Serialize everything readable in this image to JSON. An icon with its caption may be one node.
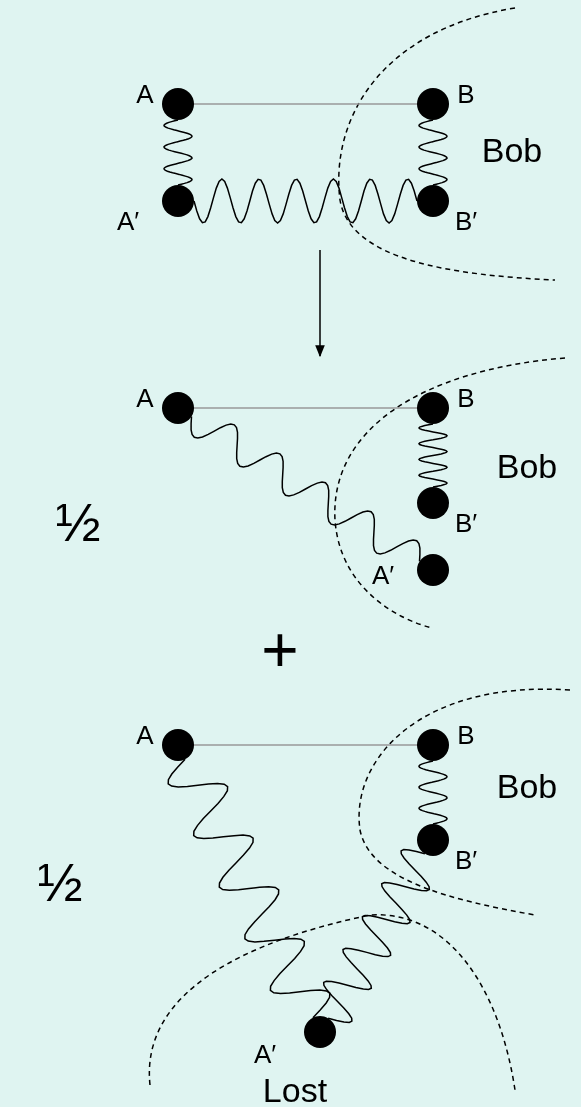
{
  "diagram": {
    "nodes": [
      {
        "text": [],
        "shape": "circle",
        "beside": [
          "A"
        ]
      },
      {
        "text": [],
        "shape": "circle",
        "beside": [
          "B"
        ]
      },
      {
        "text": [],
        "shape": "circle",
        "beside": [
          "A′"
        ]
      },
      {
        "text": [],
        "shape": "circle",
        "beside": [
          "B′"
        ]
      },
      {
        "text": [],
        "shape": "circle",
        "beside": [
          "A"
        ]
      },
      {
        "text": [],
        "shape": "circle",
        "beside": [
          "B"
        ]
      },
      {
        "text": [],
        "shape": "circle",
        "beside": [
          "B′"
        ]
      },
      {
        "text": [],
        "shape": "circle",
        "beside": [
          "A′"
        ]
      },
      {
        "text": [],
        "shape": "circle",
        "beside": [
          "A"
        ]
      },
      {
        "text": [],
        "shape": "circle",
        "beside": [
          "B"
        ]
      },
      {
        "text": [],
        "shape": "circle",
        "beside": [
          "B′"
        ]
      },
      {
        "text": [],
        "shape": "circle",
        "beside": [
          "A′"
        ]
      }
    ],
    "edges": [
      {
        "from": 0,
        "to": 1,
        "arrow": "none",
        "color": "#999999"
      },
      {
        "from": 0,
        "to": 2,
        "arrow": "none"
      },
      {
        "from": 1,
        "to": 3,
        "arrow": "none"
      },
      {
        "from": 2,
        "to": 3,
        "arrow": "none"
      },
      {
        "from": 4,
        "to": 5,
        "arrow": "none",
        "color": "#999999"
      },
      {
        "from": 5,
        "to": 6,
        "arrow": "none"
      },
      {
        "from": 4,
        "to": 7,
        "arrow": "none"
      },
      {
        "from": 8,
        "to": 9,
        "arrow": "none",
        "color": "#999999"
      },
      {
        "from": 9,
        "to": 10,
        "arrow": "none"
      },
      {
        "from": 8,
        "to": 11,
        "arrow": "none"
      },
      {
        "from": 10,
        "to": 11,
        "arrow": "none"
      }
    ],
    "labels": [
      "Bob",
      "Bob",
      "½",
      "+",
      "Bob",
      "½",
      "Lost"
    ]
  }
}
